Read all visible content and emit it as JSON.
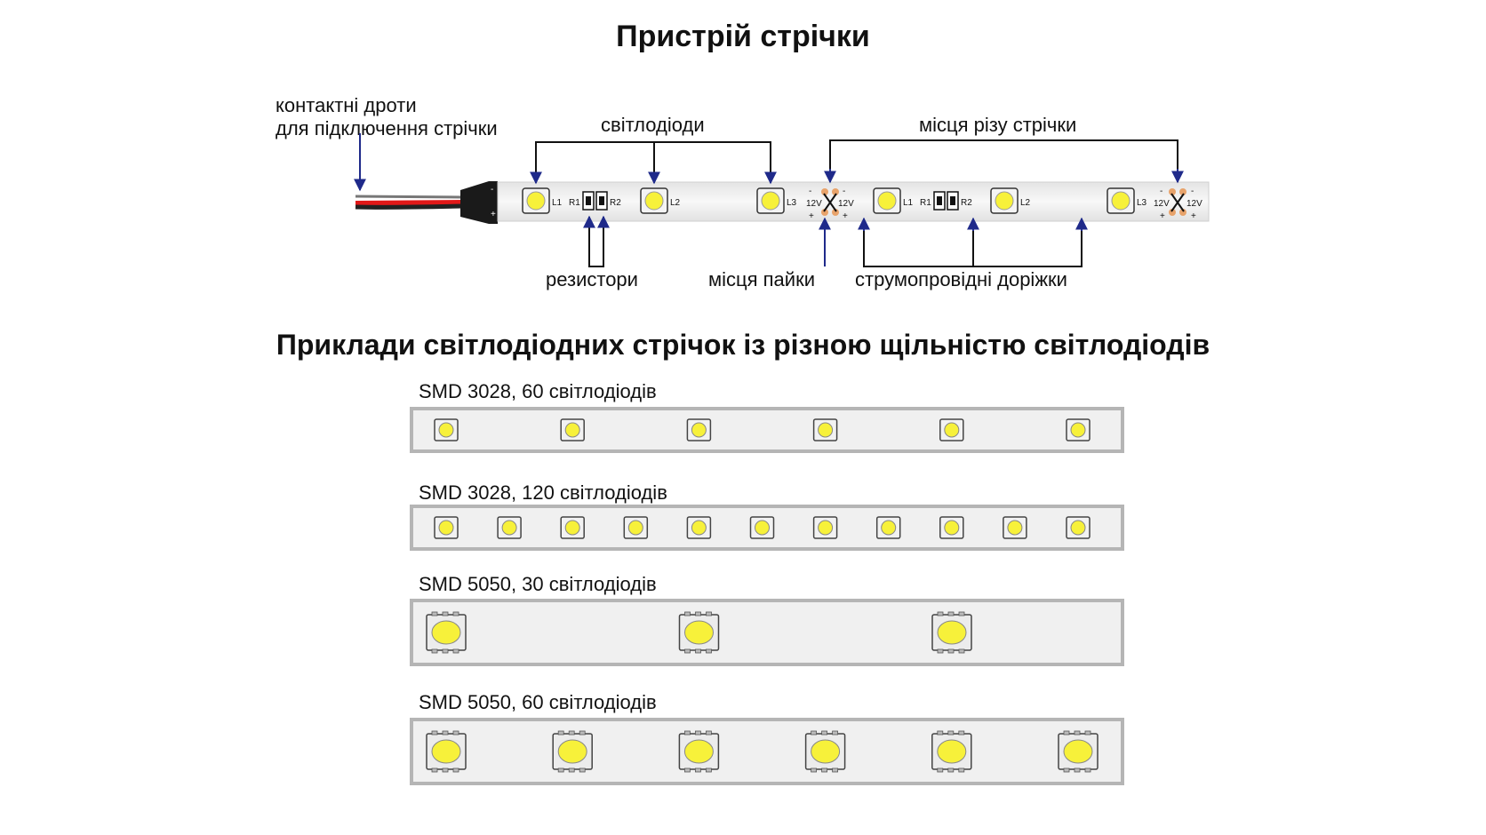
{
  "titles": {
    "device": "Пристрій стрічки",
    "examples": "Приклади світлодіодних стрічок із різною щільністю світлодіодів"
  },
  "labels": {
    "wires_line1": "контактні дроти",
    "wires_line2": "для підключення стрічки",
    "leds": "світлодіоди",
    "cut_points": "місця різу стрічки",
    "resistors": "резистори",
    "solder_points": "місця пайки",
    "tracks": "струмопровідні доріжки"
  },
  "strip_marks": {
    "l1": "L1",
    "l2": "L2",
    "l3": "L3",
    "r1": "R1",
    "r2": "R2",
    "v12": "12V",
    "minus": "-",
    "plus": "+"
  },
  "colors": {
    "arrow": "#1f2a8a",
    "led_yellow": "#f7f13a",
    "strip_bg": "#f0f0f0",
    "strip_border": "#b5b5b5",
    "wire_red": "#e11818",
    "solder_pad": "#e8a36b"
  },
  "examples": [
    {
      "label": "SMD 3028, 60 світлодіодів",
      "type": "3028",
      "count": 6
    },
    {
      "label": "SMD 3028, 120 світлодіодів",
      "type": "3028",
      "count": 11
    },
    {
      "label": "SMD 5050, 30 світлодіодів",
      "type": "5050",
      "count": 3
    },
    {
      "label": "SMD 5050, 60 світлодіодів",
      "type": "5050",
      "count": 6
    }
  ]
}
